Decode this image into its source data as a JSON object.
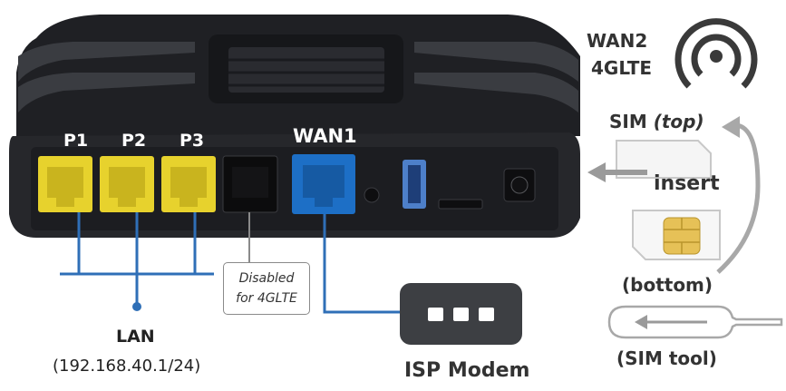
{
  "router": {
    "ports": [
      "P1",
      "P2",
      "P3"
    ],
    "wan1_label": "WAN1"
  },
  "wan2": {
    "line1": "WAN2",
    "line2": "4GLTE",
    "icon": "signal-icon"
  },
  "sim": {
    "label": "SIM",
    "top_label": "(top)",
    "insert_label": "insert",
    "bottom_label": "(bottom)",
    "tool_label": "(SIM tool)"
  },
  "disabled_note": {
    "line1": "Disabled",
    "line2": "for 4GLTE"
  },
  "lan": {
    "label": "LAN",
    "subnet": "(192.168.40.1/24)"
  },
  "isp_modem": {
    "label": "ISP Modem"
  },
  "colors": {
    "lan_port": "#e7d22d",
    "wan_port": "#1d6fc6",
    "lan_line": "#2f6fb7",
    "router_body": "#26272b"
  }
}
